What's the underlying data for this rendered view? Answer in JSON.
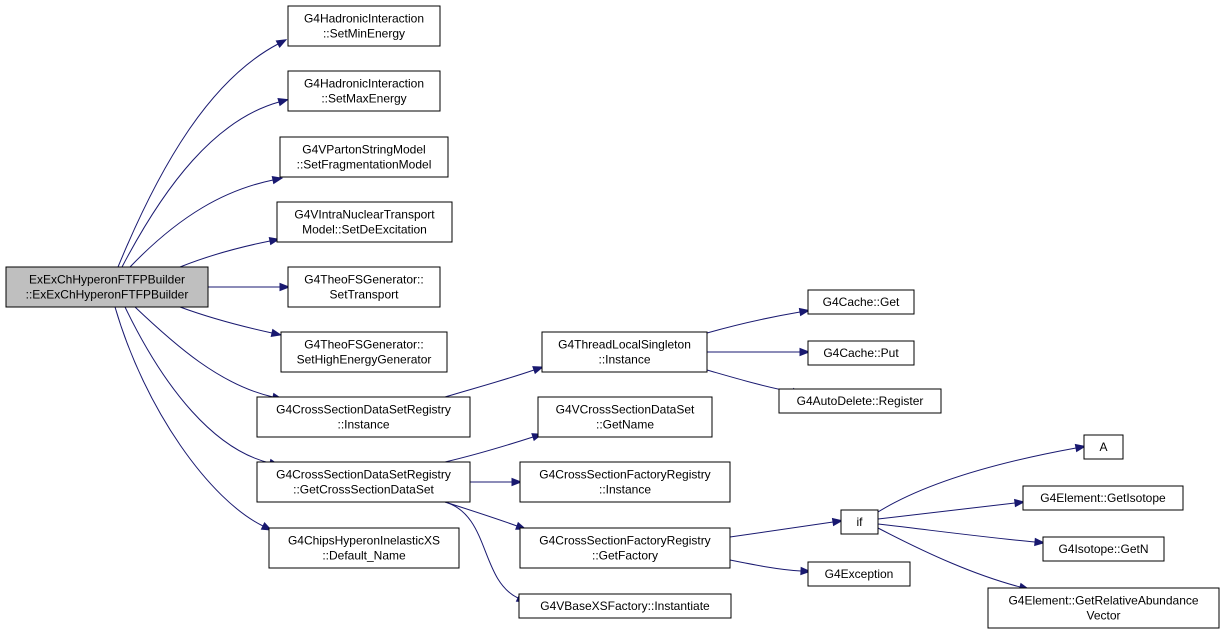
{
  "colors": {
    "edge": "#191970",
    "node_fill": "#ffffff",
    "root_fill": "#bfbfbf",
    "border": "#000000"
  },
  "nodes": [
    {
      "id": "root",
      "lines": [
        "ExExChHyperonFTFPBuilder",
        "::ExExChHyperonFTFPBuilder"
      ],
      "root": true
    },
    {
      "id": "n1",
      "lines": [
        "G4HadronicInteraction",
        "::SetMinEnergy"
      ]
    },
    {
      "id": "n2",
      "lines": [
        "G4HadronicInteraction",
        "::SetMaxEnergy"
      ]
    },
    {
      "id": "n3",
      "lines": [
        "G4VPartonStringModel",
        "::SetFragmentationModel"
      ]
    },
    {
      "id": "n4",
      "lines": [
        "G4VIntraNuclearTransport",
        "Model::SetDeExcitation"
      ]
    },
    {
      "id": "n5",
      "lines": [
        "G4TheoFSGenerator::",
        "SetTransport"
      ]
    },
    {
      "id": "n6",
      "lines": [
        "G4TheoFSGenerator::",
        "SetHighEnergyGenerator"
      ]
    },
    {
      "id": "n7",
      "lines": [
        "G4CrossSectionDataSetRegistry",
        "::Instance"
      ]
    },
    {
      "id": "n8",
      "lines": [
        "G4CrossSectionDataSetRegistry",
        "::GetCrossSectionDataSet"
      ]
    },
    {
      "id": "n9",
      "lines": [
        "G4ChipsHyperonInelasticXS",
        "::Default_Name"
      ]
    },
    {
      "id": "n10",
      "lines": [
        "G4ThreadLocalSingleton",
        "::Instance"
      ]
    },
    {
      "id": "n11",
      "lines": [
        "G4Cache::Get"
      ]
    },
    {
      "id": "n12",
      "lines": [
        "G4Cache::Put"
      ]
    },
    {
      "id": "n13",
      "lines": [
        "G4AutoDelete::Register"
      ]
    },
    {
      "id": "n14",
      "lines": [
        "G4VCrossSectionDataSet",
        "::GetName"
      ]
    },
    {
      "id": "n15",
      "lines": [
        "G4CrossSectionFactoryRegistry",
        "::Instance"
      ]
    },
    {
      "id": "n16",
      "lines": [
        "G4CrossSectionFactoryRegistry",
        "::GetFactory"
      ]
    },
    {
      "id": "n17",
      "lines": [
        "G4VBaseXSFactory::Instantiate"
      ]
    },
    {
      "id": "n18",
      "lines": [
        "if"
      ]
    },
    {
      "id": "n19",
      "lines": [
        "G4Exception"
      ]
    },
    {
      "id": "n20",
      "lines": [
        "A"
      ]
    },
    {
      "id": "n21",
      "lines": [
        "G4Element::GetIsotope"
      ]
    },
    {
      "id": "n22",
      "lines": [
        "G4Isotope::GetN"
      ]
    },
    {
      "id": "n23",
      "lines": [
        "G4Element::GetRelativeAbundance",
        "Vector"
      ]
    }
  ],
  "edges": [
    [
      "root",
      "n1"
    ],
    [
      "root",
      "n2"
    ],
    [
      "root",
      "n3"
    ],
    [
      "root",
      "n4"
    ],
    [
      "root",
      "n5"
    ],
    [
      "root",
      "n6"
    ],
    [
      "root",
      "n7"
    ],
    [
      "root",
      "n8"
    ],
    [
      "root",
      "n9"
    ],
    [
      "n7",
      "n10"
    ],
    [
      "n10",
      "n11"
    ],
    [
      "n10",
      "n12"
    ],
    [
      "n10",
      "n13"
    ],
    [
      "n8",
      "n14"
    ],
    [
      "n8",
      "n15"
    ],
    [
      "n8",
      "n16"
    ],
    [
      "n8",
      "n17"
    ],
    [
      "n16",
      "n18"
    ],
    [
      "n16",
      "n19"
    ],
    [
      "n18",
      "n20"
    ],
    [
      "n18",
      "n21"
    ],
    [
      "n18",
      "n22"
    ],
    [
      "n18",
      "n23"
    ]
  ]
}
